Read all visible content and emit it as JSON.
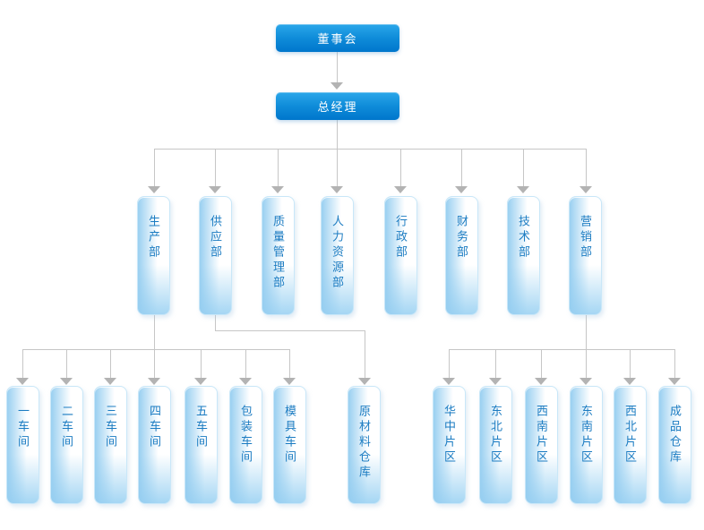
{
  "org": {
    "board": "董事会",
    "general_manager": "总经理",
    "departments": [
      "生产部",
      "供应部",
      "质量管理部",
      "人力资源部",
      "行政部",
      "财务部",
      "技术部",
      "营销部"
    ],
    "production_units": [
      "一车间",
      "二车间",
      "三车间",
      "四车间",
      "五车间",
      "包装车间",
      "模具车间"
    ],
    "supply_units": [
      "原材料仓库"
    ],
    "marketing_units": [
      "华中片区",
      "东北片区",
      "西南片区",
      "东南片区",
      "西北片区",
      "成品仓库"
    ]
  },
  "colors": {
    "primary_top": "#2ba7ea",
    "primary_bottom": "#0076cc",
    "primary_text": "#ffffff",
    "secondary_fill": "#a5d8f3",
    "secondary_border": "#c9e7f8",
    "secondary_text": "#1c7cc2",
    "line": "#c6c6c6",
    "arrow": "#b3b3b3"
  }
}
